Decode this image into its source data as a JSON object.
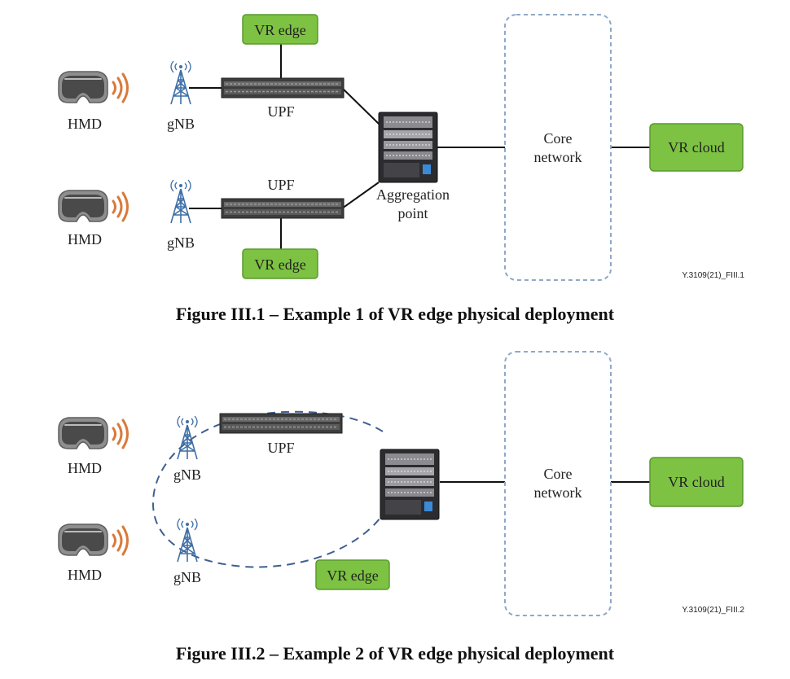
{
  "figure1": {
    "caption": "Figure III.1 – Example 1 of VR edge physical deployment",
    "code": "Y.3109(21)_FIII.1",
    "hmd": [
      "HMD",
      "HMD"
    ],
    "gnb": [
      "gNB",
      "gNB"
    ],
    "upf": [
      "UPF",
      "UPF"
    ],
    "vr_edge": [
      "VR edge",
      "VR edge"
    ],
    "aggregation": [
      "Aggregation",
      "point"
    ],
    "core": [
      "Core",
      "network"
    ],
    "cloud": "VR cloud"
  },
  "figure2": {
    "caption": "Figure III.2 – Example 2 of VR edge physical deployment",
    "code": "Y.3109(21)_FIII.2",
    "hmd": [
      "HMD",
      "HMD"
    ],
    "gnb": [
      "gNB",
      "gNB"
    ],
    "upf": "UPF",
    "vr_edge": "VR edge",
    "core": [
      "Core",
      "network"
    ],
    "cloud": "VR cloud"
  },
  "colors": {
    "green_box": "#7dc242",
    "green_border": "#5a9a2e",
    "dashed_core": "#8fa8c8",
    "ring": "#3f5f8f",
    "wave": "#d9793a",
    "line": "#111111"
  },
  "icons": [
    "hmd-headset-icon",
    "cell-tower-icon",
    "switch-icon",
    "router-chassis-icon"
  ]
}
